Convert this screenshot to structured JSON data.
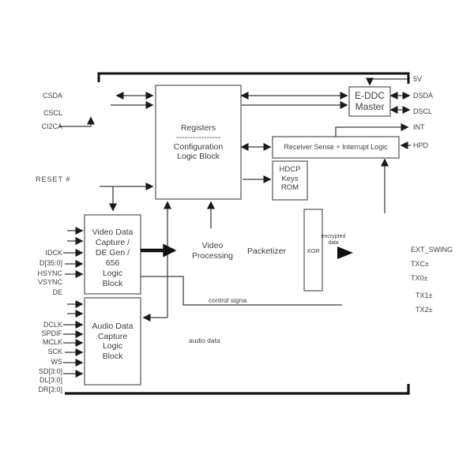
{
  "pins": {
    "left": [
      "CSDA",
      "CSCL",
      "CI2CA",
      "RESET #",
      "IDCK",
      "D[35:0]",
      "HSYNC",
      "VSYNC",
      "DE",
      "DCLK",
      "SPDIF",
      "MCLK",
      "SCK",
      "WS",
      "SD[3:0]",
      "DL[3:0]",
      "DR[3:0]"
    ],
    "right": [
      "5V",
      "DSDA",
      "DSCL",
      "INT",
      "HPD",
      "EXT_SWING",
      "TXC±",
      "TX0±",
      "TX1±",
      "TX2±"
    ]
  },
  "blocks": {
    "registers": {
      "title": "Registers",
      "divider": "----------------",
      "subtitle1": "Configuration",
      "subtitle2": "Logic Block"
    },
    "eddc": {
      "line1": "E-DDC",
      "line2": "Master"
    },
    "receiver_sense": {
      "label": "Receiver Sense  + Interrupt Logic"
    },
    "hdcp": {
      "line1": "HDCP",
      "line2": "Keys",
      "line3": "ROM"
    },
    "video_capture": {
      "line1": "Video Data",
      "line2": "Capture /",
      "line3": "DE Gen /",
      "line4": "656",
      "line5": "Logic",
      "line6": "Block"
    },
    "audio_capture": {
      "line1": "Audio Data",
      "line2": "Capture",
      "line3": "Logic",
      "line4": "Block"
    },
    "xor": {
      "label": "XOR"
    }
  },
  "annotations": {
    "video_processing_1": "Video",
    "video_processing_2": "Processing",
    "packetizer": "Packetizer",
    "encrypted_1": "encrypted",
    "encrypted_2": "data",
    "control_signal": "control signa",
    "audio_data": "audio data"
  }
}
